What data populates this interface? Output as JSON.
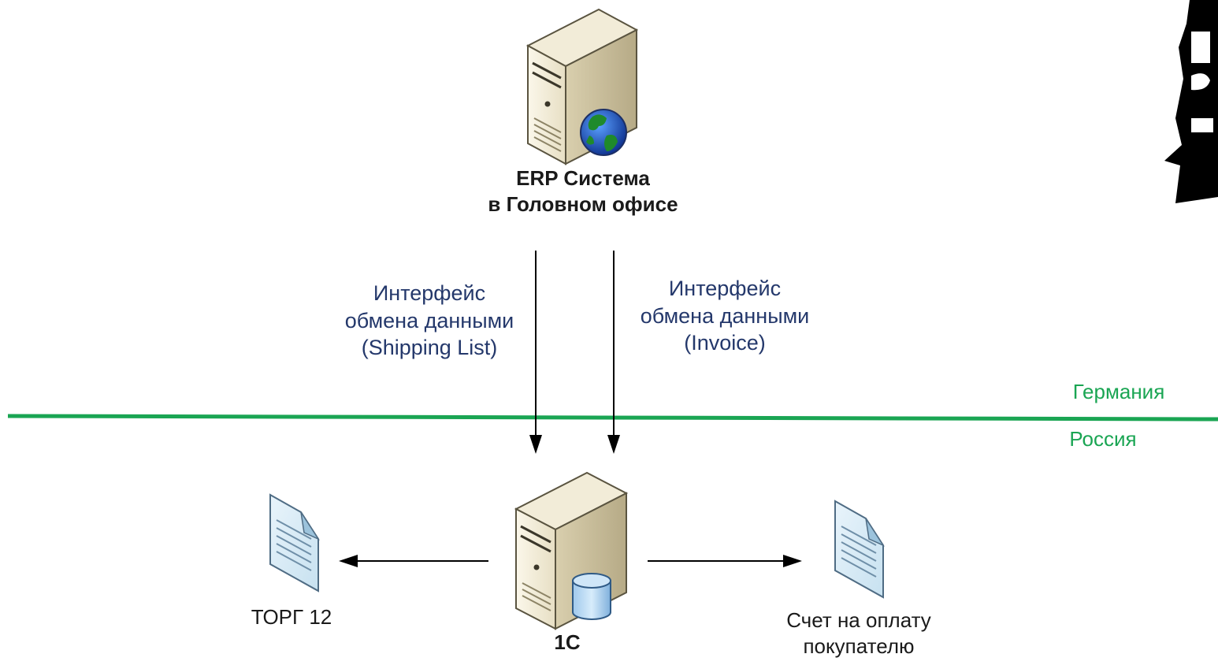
{
  "erp_node": {
    "icon": "web-server-icon",
    "title_line1": "ERP Система",
    "title_line2": "в Головном офисе"
  },
  "interfaces": [
    {
      "line1": "Интерфейс",
      "line2": "обмена данными",
      "line3": "(Shipping List)"
    },
    {
      "line1": "Интерфейс",
      "line2": "обмена данными",
      "line3": "(Invoice)"
    }
  ],
  "regions": {
    "upper": "Германия",
    "lower": "Россия"
  },
  "onec_node": {
    "icon": "database-server-icon",
    "title": "1С"
  },
  "documents": {
    "left": {
      "icon": "document-icon",
      "label": "ТОРГ 12"
    },
    "right": {
      "icon": "document-icon",
      "label_line1": "Счет на оплату",
      "label_line2": "покупателю"
    }
  },
  "colors": {
    "border_line": "#1aa553",
    "interface_text": "#24386b",
    "arrow": "#000000"
  }
}
